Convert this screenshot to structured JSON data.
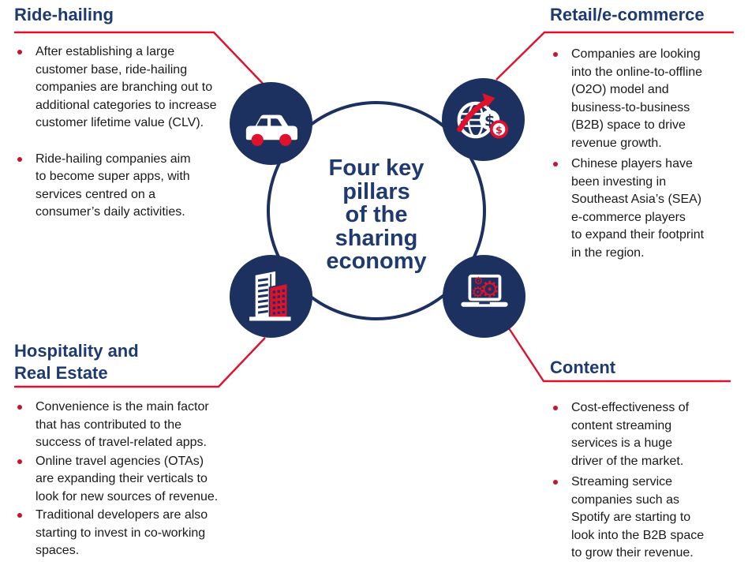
{
  "diagram_title": "Four key\npillars\nof the\nsharing\neconomy",
  "colors": {
    "navy_circle": "#1d3160",
    "navy_heading": "#1f3a70",
    "accent_red": "#e0112d",
    "bullet_red": "#c9122b",
    "body_text": "#1a1a1a",
    "background": "#ffffff"
  },
  "quadrants": {
    "ride_hailing": {
      "heading": "Ride-hailing",
      "icon": "car-icon",
      "bullets": [
        "After establishing a large\ncustomer base, ride-hailing\ncompanies are branching out to\nadditional categories to increase\ncustomer lifetime value (CLV).",
        "Ride-hailing companies aim\nto become super apps, with\nservices centred on a\nconsumer’s daily activities."
      ]
    },
    "retail_ecommerce": {
      "heading": "Retail/e-commerce",
      "icon": "globe-growth-icon",
      "bullets": [
        "Companies are looking\ninto the online-to-offline\n(O2O) model and\nbusiness-to-business\n(B2B) space to drive\nrevenue growth.",
        "Chinese players have\nbeen investing in\nSoutheast Asia’s (SEA)\ne-commerce players\nto expand their footprint\nin the region."
      ]
    },
    "hospitality_real_estate": {
      "heading": "Hospitality and\nReal Estate",
      "icon": "buildings-icon",
      "bullets": [
        "Convenience is the main factor\nthat has contributed to the\nsuccess of travel-related apps.",
        "Online travel agencies (OTAs)\nare expanding their verticals to\nlook for new sources of revenue.",
        "Traditional developers are also\nstarting to invest in co-working\nspaces."
      ]
    },
    "content": {
      "heading": "Content",
      "icon": "laptop-gears-icon",
      "bullets": [
        "Cost-effectiveness of\ncontent streaming\nservices  is a huge\ndriver of the market.",
        "Streaming service\ncompanies such as\nSpotify are starting to\nlook into the B2B space\nto grow their revenue."
      ]
    }
  }
}
